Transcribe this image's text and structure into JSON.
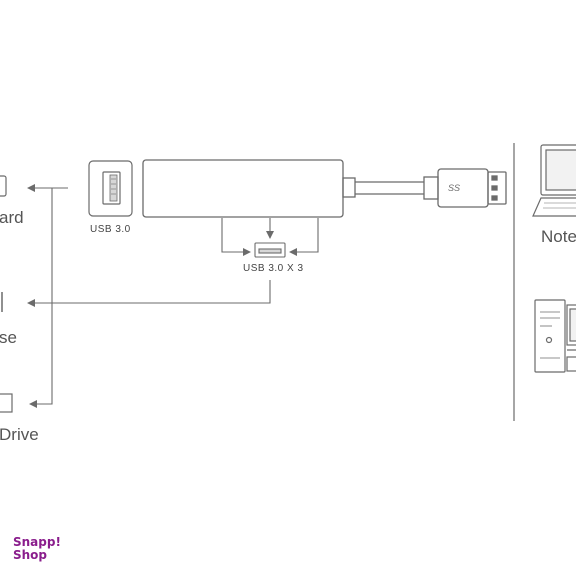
{
  "labels": {
    "hub_port": "USB 3.0",
    "hub_ports_multi": "USB 3.0 X 3",
    "device_keyboard": "ard",
    "device_mouse": "se",
    "device_drive": "Drive",
    "computer_notebook": "Note",
    "usb_logo": "SS"
  },
  "brand": {
    "line1": "Snapp!",
    "line2": "Shop",
    "color": "#8a1d8c"
  },
  "colors": {
    "stroke": "#6b6b6b",
    "text": "#444444"
  }
}
